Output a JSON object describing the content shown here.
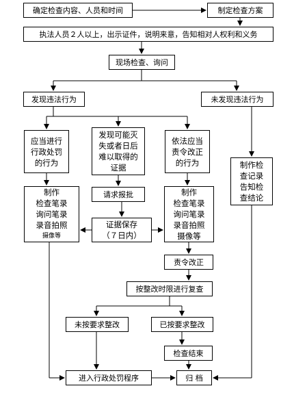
{
  "nodes": {
    "confirm": "确定检查内容、人员和时间",
    "plan": "制定检查方案",
    "identify": "执法人员２人以上，出示证件，说明来意，告知相对人权利和义务",
    "inspect": "现场检查、询问",
    "found": "发现违法行为",
    "not_found": "未发现违法行为",
    "penalty": "应当进行\n行政处罚\n的行为",
    "evidence_risk": "发现可能灭\n失或者日后\n难以取得的\n证据",
    "correct": "依法应当\n责令改正\n的行为",
    "record_report": "制作检\n查记录\n告知检\n查结论",
    "approval": "请求报批",
    "record_left_main": "制作\n检查笔录\n询问笔录\n录音拍照",
    "record_left_sub": "摄像等",
    "record_right": "制作\n检查笔录\n询问笔录\n录音拍照\n摄像等",
    "preserve": "证据保存\n（７日内）",
    "order": "责令改正",
    "review": "按整改时限进行复查",
    "not_corrected": "未按要求整改",
    "corrected": "已按要求整改",
    "end": "检查结束",
    "proceed": "进入行政处罚程序",
    "archive": "归  档"
  }
}
